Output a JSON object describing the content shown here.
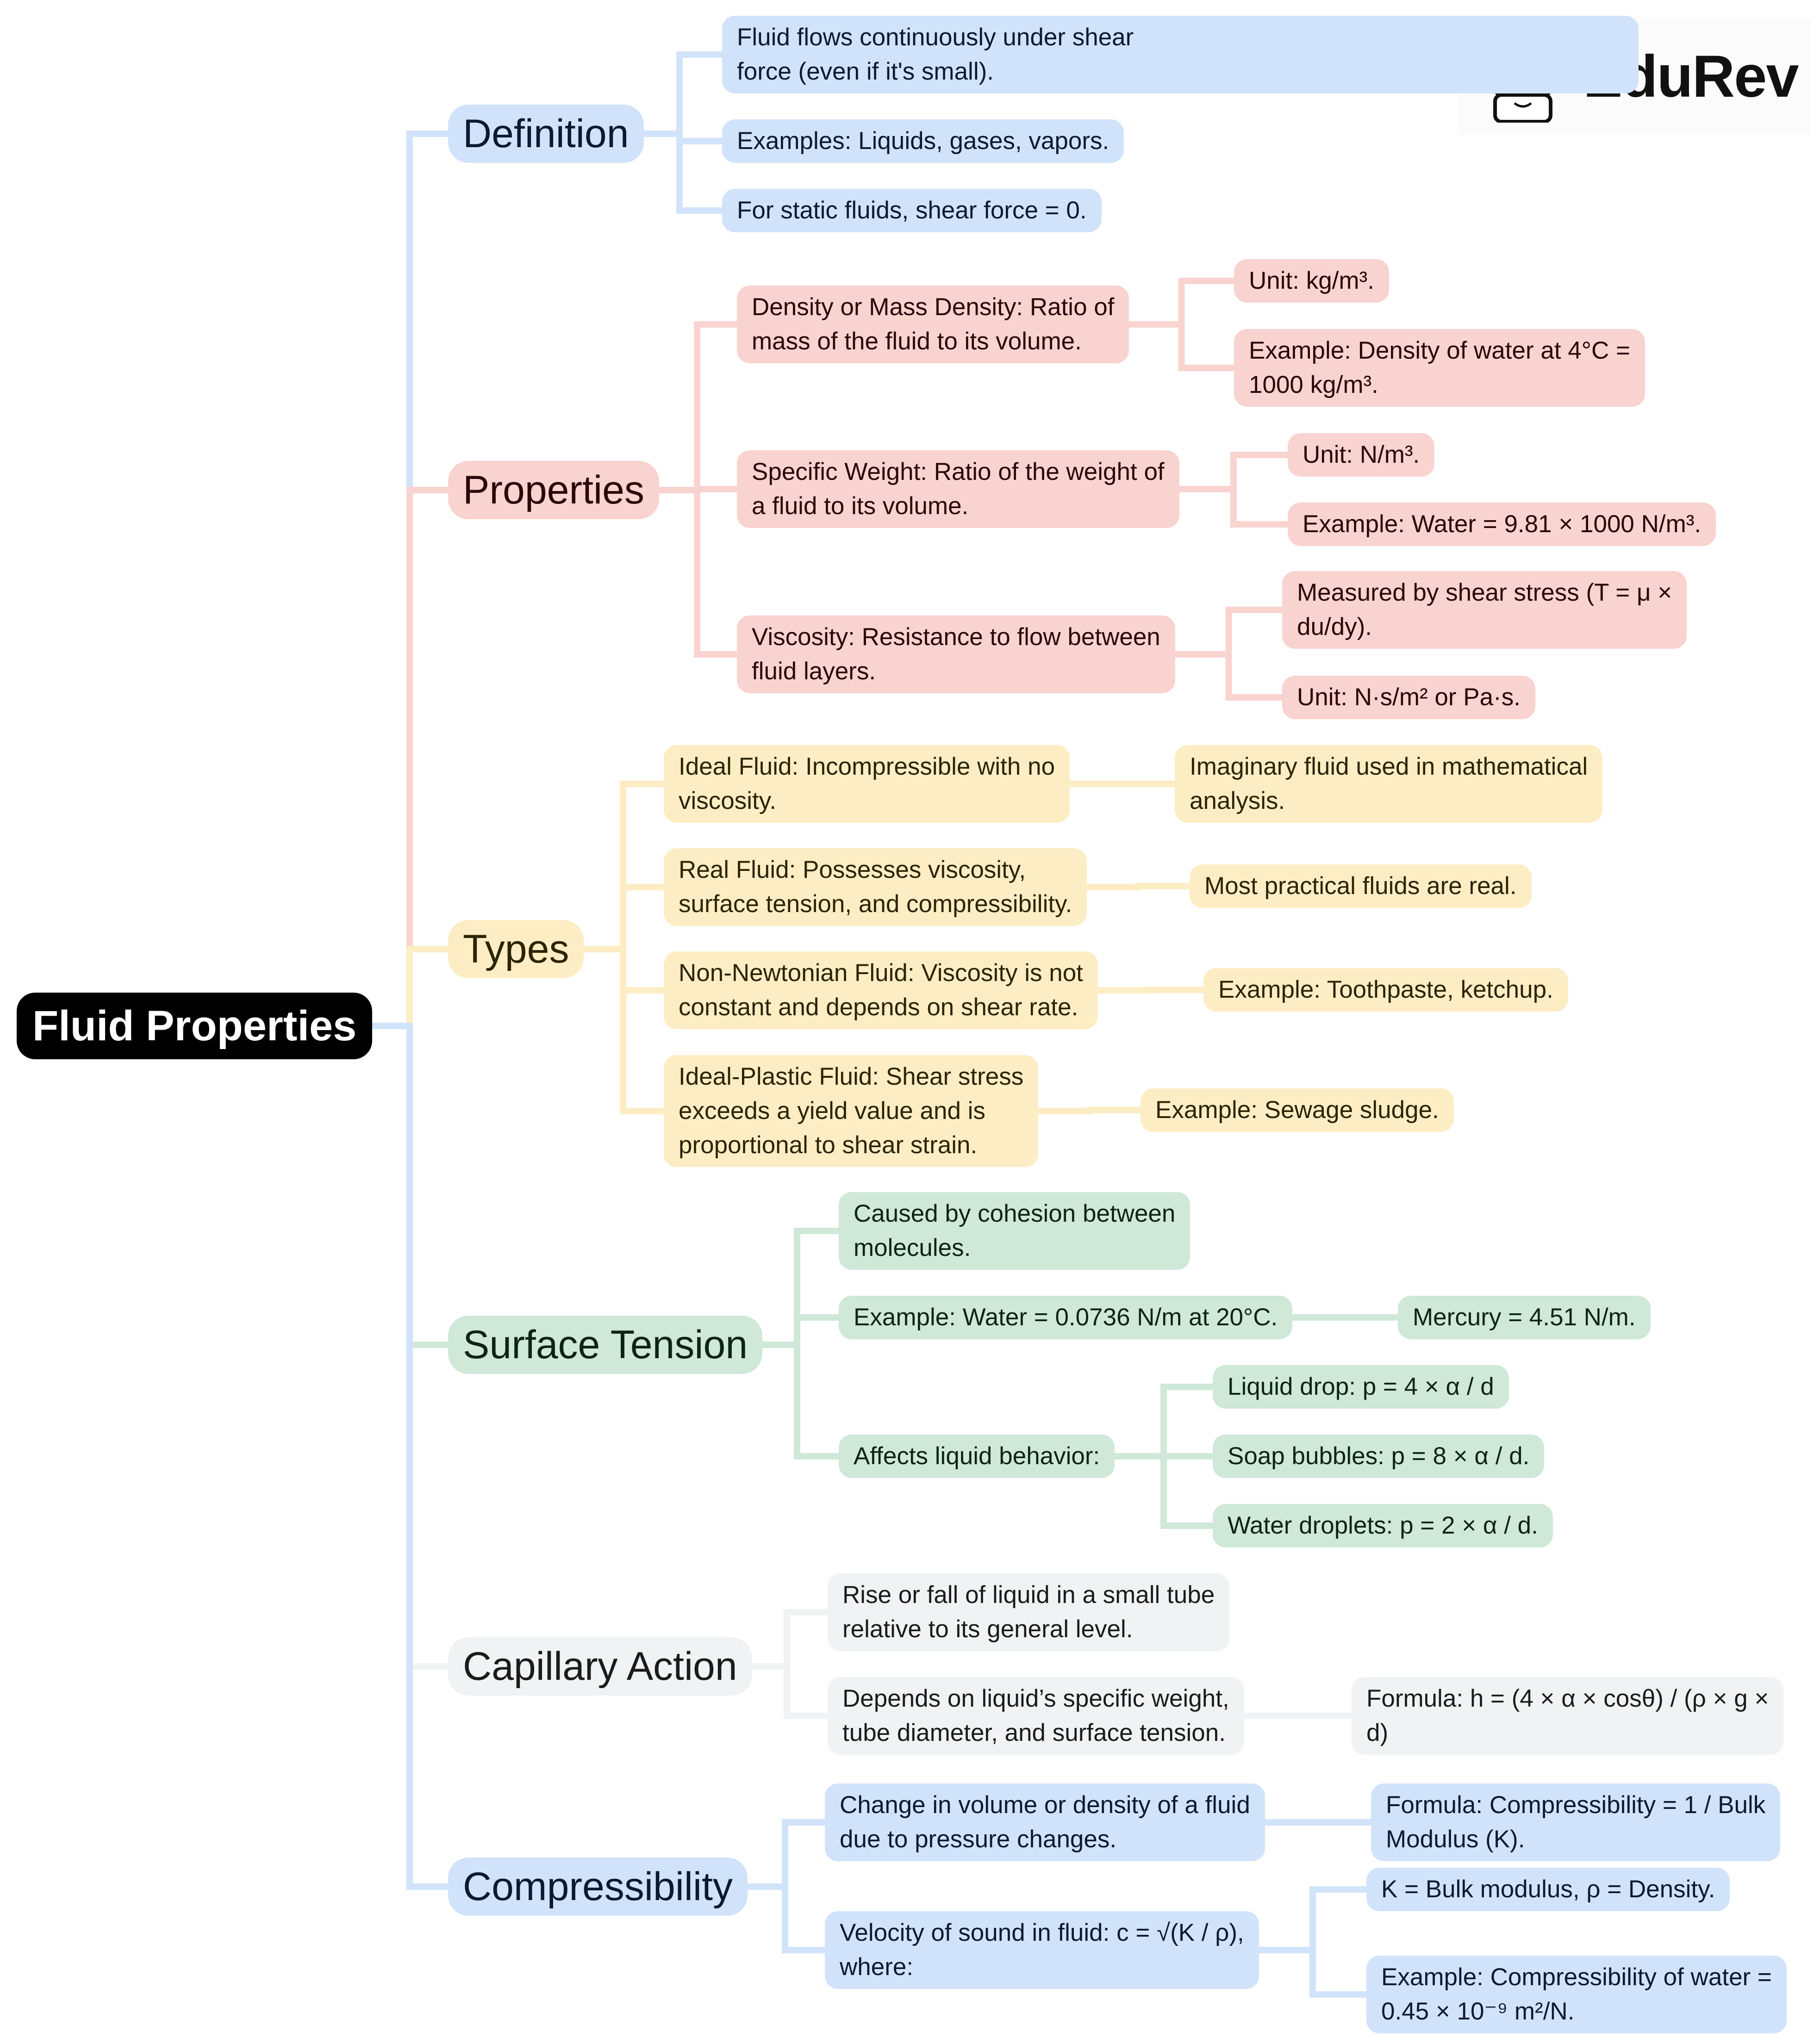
{
  "brand": {
    "name": "EduRev",
    "icon": "graduate-mascot-icon"
  },
  "colors": {
    "blue": "#d1e3fa",
    "red": "#f9d3d0",
    "yellow": "#fdedc4",
    "green": "#cfe8d8",
    "gray": "#f1f2f4",
    "root": "#000000"
  },
  "root": {
    "label": "Fluid Properties"
  },
  "branches": {
    "definition": {
      "label": "Definition",
      "items": [
        "Fluid flows continuously under shear\nforce (even if it's small).",
        "Examples: Liquids, gases, vapors.",
        "For static fluids, shear force = 0."
      ]
    },
    "properties": {
      "label": "Properties",
      "density": {
        "label": "Density or Mass Density: Ratio of\nmass of the fluid to its volume.",
        "children": [
          "Unit: kg/m³.",
          "Example: Density of water at 4°C =\n1000 kg/m³."
        ]
      },
      "specific_weight": {
        "label": "Specific Weight: Ratio of the weight of\na fluid to its volume.",
        "children": [
          "Unit: N/m³.",
          "Example: Water = 9.81 × 1000 N/m³."
        ]
      },
      "viscosity": {
        "label": "Viscosity: Resistance to flow between\nfluid layers.",
        "children": [
          "Measured by shear stress (T = μ ×\ndu/dy).",
          "Unit: N·s/m² or Pa·s."
        ]
      }
    },
    "types": {
      "label": "Types",
      "items": [
        {
          "label": "Ideal Fluid: Incompressible with no\nviscosity.",
          "child": "Imaginary fluid used in mathematical\nanalysis."
        },
        {
          "label": "Real Fluid: Possesses viscosity,\nsurface tension, and compressibility.",
          "child": "Most practical fluids are real."
        },
        {
          "label": "Non-Newtonian Fluid: Viscosity is not\nconstant and depends on shear rate.",
          "child": "Example: Toothpaste, ketchup."
        },
        {
          "label": "Ideal-Plastic Fluid: Shear stress\nexceeds a yield value and is\nproportional to shear strain.",
          "child": "Example: Sewage sludge."
        }
      ]
    },
    "surface_tension": {
      "label": "Surface Tension",
      "cohesion": "Caused by cohesion between\nmolecules.",
      "example": {
        "label": "Example: Water = 0.0736 N/m at 20°C.",
        "child": "Mercury = 4.51 N/m."
      },
      "affects": {
        "label": "Affects liquid behavior:",
        "children": [
          "Liquid drop: p = 4 × α / d",
          "Soap bubbles: p = 8 × α / d.",
          "Water droplets: p = 2 × α / d."
        ]
      }
    },
    "capillary": {
      "label": "Capillary Action",
      "rise": "Rise or fall of liquid in a small tube\nrelative to its general level.",
      "depends": {
        "label": "Depends on liquid’s specific weight,\ntube diameter, and surface tension.",
        "child": "Formula: h = (4 × α × cosθ) / (ρ × g ×\nd)"
      }
    },
    "compressibility": {
      "label": "Compressibility",
      "change": {
        "label": "Change in volume or density of a fluid\ndue to pressure changes.",
        "child": "Formula: Compressibility = 1 / Bulk\nModulus (K)."
      },
      "velocity": {
        "label": "Velocity of sound in fluid: c = √(K / ρ),\nwhere:",
        "children": [
          "K = Bulk modulus, ρ = Density.",
          "Example: Compressibility of water =\n0.45 × 10⁻⁹ m²/N."
        ]
      }
    }
  }
}
